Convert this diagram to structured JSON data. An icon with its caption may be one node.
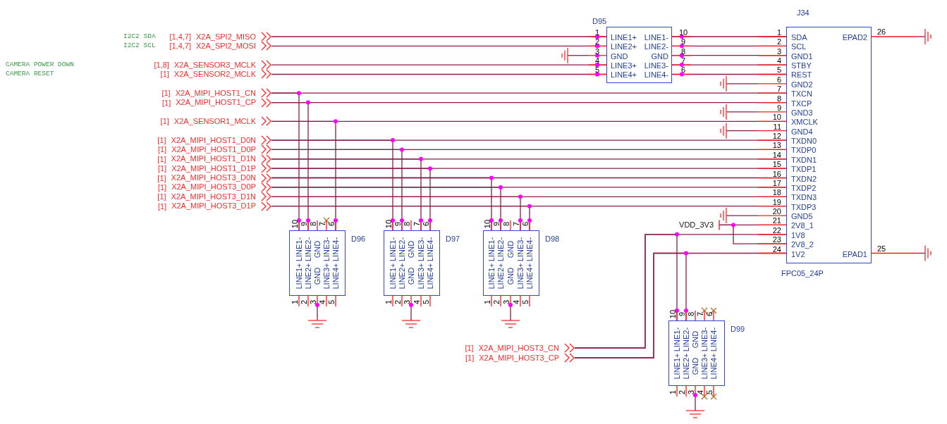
{
  "diagram": {
    "nodes": [
      {
        "text": [
          "J34",
          "SDA",
          "SCL",
          "GND1",
          "STBY",
          "REST",
          "GND2",
          "TXCN",
          "TXCP",
          "GND3",
          "XMCLK",
          "GND4",
          "TXDN0",
          "TXDP0",
          "TXDN1",
          "TXDP1",
          "TXDN2",
          "TXDP2",
          "TXDN3",
          "TXDP3",
          "GND5",
          "2V8_1",
          "1V8",
          "2V8_2",
          "1V2",
          "EPAD2",
          "EPAD1"
        ],
        "beside": [
          "FPC05_24P",
          "1",
          "2",
          "3",
          "4",
          "5",
          "6",
          "7",
          "8",
          "9",
          "10",
          "11",
          "12",
          "13",
          "14",
          "15",
          "16",
          "17",
          "18",
          "19",
          "20",
          "21",
          "22",
          "23",
          "24",
          "26",
          "25"
        ]
      },
      {
        "text": [
          "D95",
          "LINE1+",
          "LINE2+",
          "GND",
          "LINE3+",
          "LINE4+",
          "LINE1-",
          "LINE2-",
          "GND",
          "LINE3-",
          "LINE4-"
        ],
        "beside": [
          "1",
          "2",
          "3",
          "4",
          "5",
          "10",
          "9",
          "8",
          "7",
          "6"
        ]
      },
      {
        "text": [
          "D96",
          "LINE1+",
          "LINE2+",
          "GND",
          "LINE3+",
          "LINE4+",
          "LINE1-",
          "LINE2-",
          "GND",
          "LINE3-",
          "LINE4-"
        ],
        "beside": [
          "1",
          "2",
          "3",
          "4",
          "5",
          "10",
          "9",
          "8",
          "7",
          "6"
        ]
      },
      {
        "text": [
          "D97",
          "LINE1+",
          "LINE2+",
          "GND",
          "LINE3+",
          "LINE4+",
          "LINE1-",
          "LINE2-",
          "GND",
          "LINE3-",
          "LINE4-"
        ],
        "beside": [
          "1",
          "2",
          "3",
          "4",
          "5",
          "10",
          "9",
          "8",
          "7",
          "6"
        ]
      },
      {
        "text": [
          "D98",
          "LINE1+",
          "LINE2+",
          "GND",
          "LINE3+",
          "LINE4+",
          "LINE1-",
          "LINE2-",
          "GND",
          "LINE3-",
          "LINE4-"
        ],
        "beside": [
          "1",
          "2",
          "3",
          "4",
          "5",
          "10",
          "9",
          "8",
          "7",
          "6"
        ]
      },
      {
        "text": [
          "D99",
          "LINE1+",
          "LINE2+",
          "GND",
          "LINE3+",
          "LINE4+",
          "LINE1-",
          "LINE2-",
          "GND",
          "LINE3-",
          "LINE4-"
        ],
        "beside": [
          "1",
          "2",
          "3",
          "4",
          "5",
          "10",
          "9",
          "8",
          "7",
          "6"
        ]
      },
      {
        "text": [
          "X2A_SPI2_MISO"
        ],
        "beside": [
          "[1,4,7]"
        ]
      },
      {
        "text": [
          "X2A_SPI2_MOSI"
        ],
        "beside": [
          "[1,4,7]"
        ]
      },
      {
        "text": [
          "X2A_SENSOR3_MCLK"
        ],
        "beside": [
          "[1,8]"
        ]
      },
      {
        "text": [
          "X2A_SENSOR2_MCLK"
        ],
        "beside": [
          "[1]"
        ]
      },
      {
        "text": [
          "X2A_MIPI_HOST1_CN"
        ],
        "beside": [
          "[1]"
        ]
      },
      {
        "text": [
          "X2A_MIPI_HOST1_CP"
        ],
        "beside": [
          "[1]"
        ]
      },
      {
        "text": [
          "X2A_SENSOR1_MCLK"
        ],
        "beside": [
          "[1]"
        ]
      },
      {
        "text": [
          "X2A_MIPI_HOST1_D0N"
        ],
        "beside": [
          "[1]"
        ]
      },
      {
        "text": [
          "X2A_MIPI_HOST1_D0P"
        ],
        "beside": [
          "[1]"
        ]
      },
      {
        "text": [
          "X2A_MIPI_HOST1_D1N"
        ],
        "beside": [
          "[1]"
        ]
      },
      {
        "text": [
          "X2A_MIPI_HOST1_D1P"
        ],
        "beside": [
          "[1]"
        ]
      },
      {
        "text": [
          "X2A_MIPI_HOST3_D0N"
        ],
        "beside": [
          "[1]"
        ]
      },
      {
        "text": [
          "X2A_MIPI_HOST3_D0P"
        ],
        "beside": [
          "[1]"
        ]
      },
      {
        "text": [
          "X2A_MIPI_HOST3_D1N"
        ],
        "beside": [
          "[1]"
        ]
      },
      {
        "text": [
          "X2A_MIPI_HOST3_D1P"
        ],
        "beside": [
          "[1]"
        ]
      },
      {
        "text": [
          "X2A_MIPI_HOST3_CN"
        ],
        "beside": [
          "[1]"
        ]
      },
      {
        "text": [
          "X2A_MIPI_HOST3_CP"
        ],
        "beside": [
          "[1]"
        ]
      },
      {
        "text": [
          "VDD_3V3"
        ]
      }
    ],
    "edges": [
      {
        "from": 6,
        "to": 1,
        "arrow": "none"
      },
      {
        "from": 1,
        "to": 0,
        "arrow": "none"
      },
      {
        "from": 7,
        "to": 1,
        "arrow": "none"
      },
      {
        "from": 1,
        "to": 0,
        "arrow": "none"
      },
      {
        "from": 1,
        "to": 0,
        "arrow": "none"
      },
      {
        "from": 8,
        "to": 1,
        "arrow": "none"
      },
      {
        "from": 1,
        "to": 0,
        "arrow": "none"
      },
      {
        "from": 9,
        "to": 1,
        "arrow": "none"
      },
      {
        "from": 1,
        "to": 0,
        "arrow": "none"
      },
      {
        "from": 10,
        "to": 0,
        "arrow": "none"
      },
      {
        "from": 10,
        "to": 2,
        "arrow": "none"
      },
      {
        "from": 11,
        "to": 0,
        "arrow": "none"
      },
      {
        "from": 11,
        "to": 2,
        "arrow": "none"
      },
      {
        "from": 12,
        "to": 0,
        "arrow": "none"
      },
      {
        "from": 12,
        "to": 2,
        "arrow": "none"
      },
      {
        "from": 13,
        "to": 0,
        "arrow": "none"
      },
      {
        "from": 13,
        "to": 3,
        "arrow": "none"
      },
      {
        "from": 14,
        "to": 0,
        "arrow": "none"
      },
      {
        "from": 14,
        "to": 3,
        "arrow": "none"
      },
      {
        "from": 15,
        "to": 0,
        "arrow": "none"
      },
      {
        "from": 15,
        "to": 3,
        "arrow": "none"
      },
      {
        "from": 16,
        "to": 0,
        "arrow": "none"
      },
      {
        "from": 16,
        "to": 3,
        "arrow": "none"
      },
      {
        "from": 17,
        "to": 0,
        "arrow": "none"
      },
      {
        "from": 17,
        "to": 4,
        "arrow": "none"
      },
      {
        "from": 18,
        "to": 0,
        "arrow": "none"
      },
      {
        "from": 18,
        "to": 4,
        "arrow": "none"
      },
      {
        "from": 19,
        "to": 0,
        "arrow": "none"
      },
      {
        "from": 19,
        "to": 4,
        "arrow": "none"
      },
      {
        "from": 20,
        "to": 0,
        "arrow": "none"
      },
      {
        "from": 20,
        "to": 4,
        "arrow": "none"
      },
      {
        "from": 21,
        "to": 0,
        "arrow": "none"
      },
      {
        "from": 21,
        "to": 5,
        "arrow": "none"
      },
      {
        "from": 22,
        "to": 0,
        "arrow": "none"
      },
      {
        "from": 22,
        "to": 5,
        "arrow": "none"
      },
      {
        "from": 23,
        "to": 0,
        "arrow": "none"
      },
      {
        "from": 23,
        "to": 0,
        "arrow": "none"
      }
    ],
    "labels": [
      "I2C2 SDA",
      "I2C2 SCL",
      "CAMERA POWER DOWN",
      "CAMERA RESET"
    ]
  }
}
